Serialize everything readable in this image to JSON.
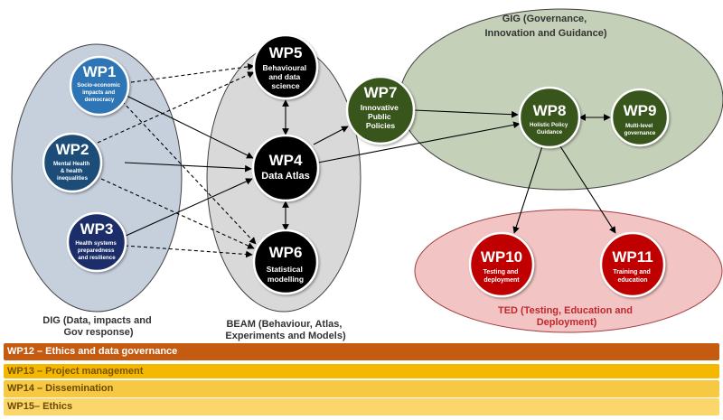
{
  "groups": {
    "dig": {
      "lines": [
        "DIG (Data, impacts and",
        "Gov response)"
      ],
      "fill": "#c6cfdc"
    },
    "beam": {
      "lines": [
        "BEAM (Behaviour, Atlas,",
        "Experiments and Models)"
      ],
      "fill": "#d9d9d9"
    },
    "gig": {
      "lines": [
        "GIG (Governance,",
        "Innovation and Guidance)"
      ],
      "fill": "#c4d0b8"
    },
    "ted": {
      "lines": [
        "TED (Testing, Education and",
        "Deployment)"
      ],
      "fill": "#f2c4c4"
    }
  },
  "nodes": {
    "wp1": {
      "title": "WP1",
      "sub": [
        "Socio-economic",
        "impacts and",
        "democracy"
      ],
      "color": "#2e74b5"
    },
    "wp2": {
      "title": "WP2",
      "sub": [
        "Mental Health",
        "& health",
        "inequalities"
      ],
      "color": "#1f4e79"
    },
    "wp3": {
      "title": "WP3",
      "sub": [
        "Health systems",
        "preparedness",
        "and resilience"
      ],
      "color": "#1a2f6b"
    },
    "wp4": {
      "title": "WP4",
      "sub": [
        "Data Atlas"
      ],
      "color": "#000000"
    },
    "wp5": {
      "title": "WP5",
      "sub": [
        "Behavioural",
        "and data",
        "science"
      ],
      "color": "#000000"
    },
    "wp6": {
      "title": "WP6",
      "sub": [
        "Statistical",
        "modelling"
      ],
      "color": "#000000"
    },
    "wp7": {
      "title": "WP7",
      "sub": [
        "Innovative",
        "Public",
        "Policies"
      ],
      "color": "#38561d"
    },
    "wp8": {
      "title": "WP8",
      "sub": [
        "Holistic Policy",
        "Guidance"
      ],
      "color": "#38561d"
    },
    "wp9": {
      "title": "WP9",
      "sub": [
        "Multi-level",
        "governance"
      ],
      "color": "#38561d"
    },
    "wp10": {
      "title": "WP10",
      "sub": [
        "Testing and",
        "deployment"
      ],
      "color": "#c00000"
    },
    "wp11": {
      "title": "WP11",
      "sub": [
        "Training and",
        "education"
      ],
      "color": "#c00000"
    }
  },
  "bars": {
    "wp12": "WP12 – Ethics and data governance",
    "wp13": "WP13 – Project management",
    "wp14": "WP14 – Dissemination",
    "wp15": "WP15– Ethics"
  }
}
